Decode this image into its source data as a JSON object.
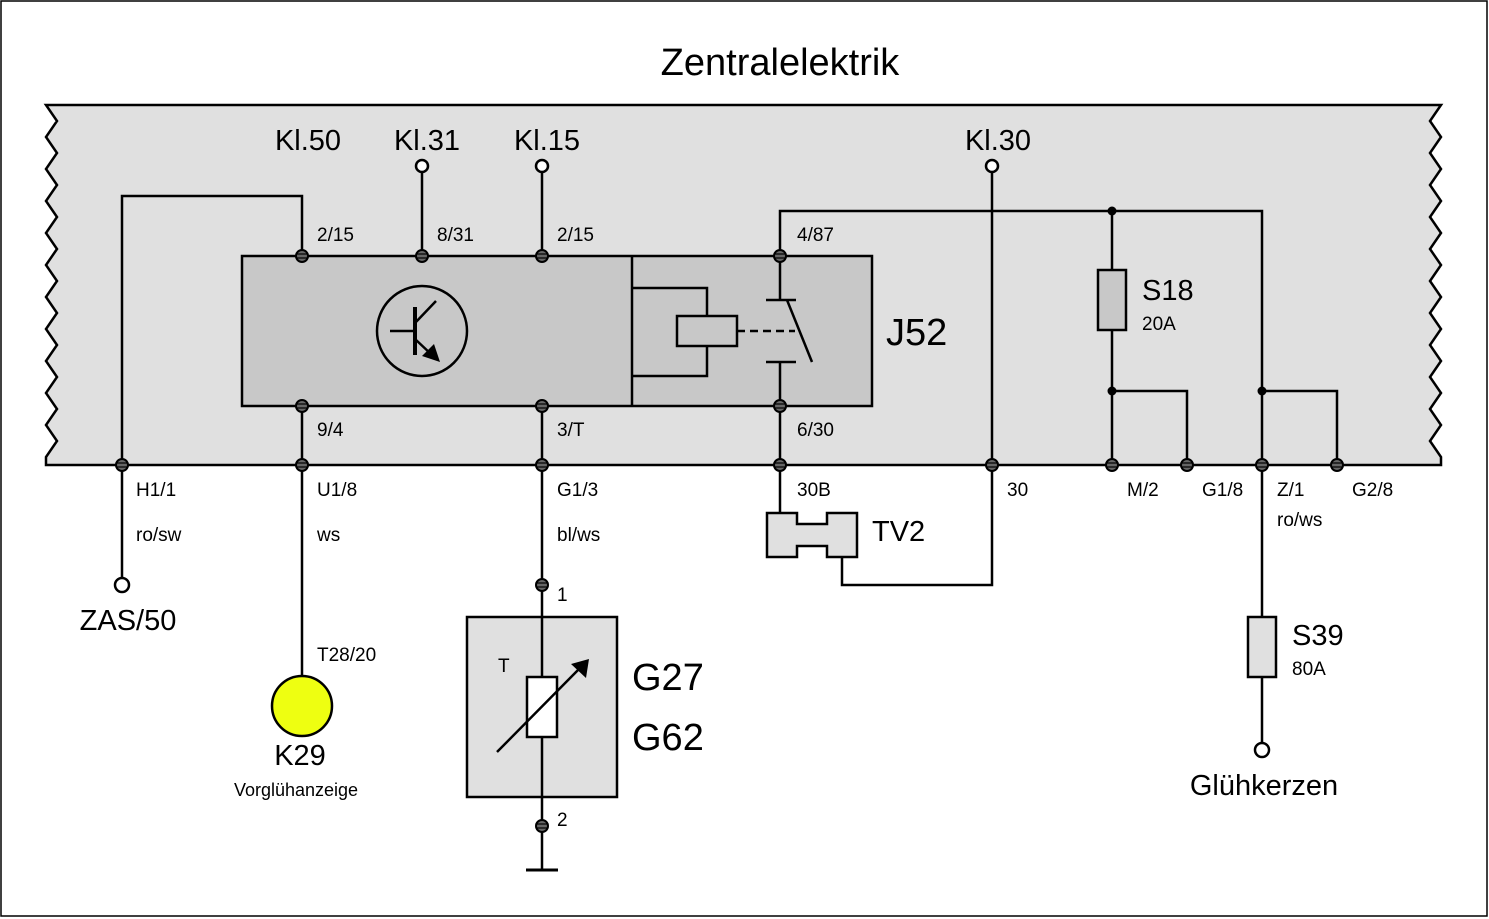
{
  "title": "Zentralelektrik",
  "terminals_top": {
    "kl50": "Kl.50",
    "kl31": "Kl.31",
    "kl15": "Kl.15",
    "kl30": "Kl.30"
  },
  "pins": {
    "p215a": "2/15",
    "p831": "8/31",
    "p215b": "2/15",
    "p487": "4/87",
    "p94": "9/4",
    "p3t": "3/T",
    "p630": "6/30"
  },
  "relay": {
    "name": "J52"
  },
  "fuses": {
    "s18": {
      "name": "S18",
      "rating": "20A"
    },
    "s39": {
      "name": "S39",
      "rating": "80A"
    }
  },
  "connectors": {
    "h11": "H1/1",
    "u18": "U1/8",
    "g13": "G1/3",
    "c30b": "30B",
    "c30": "30",
    "m2": "M/2",
    "g18": "G1/8",
    "z1": "Z/1",
    "g28": "G2/8"
  },
  "wire_colors": {
    "h11": "ro/sw",
    "u18": "ws",
    "g13": "bl/ws",
    "z1": "ro/ws"
  },
  "components": {
    "zas": "ZAS/50",
    "t2820": "T28/20",
    "k29": "K29",
    "k29_desc": "Vorglühanzeige",
    "tv2": "TV2",
    "sensor_pin1": "1",
    "sensor_pin2": "2",
    "sensor_t": "T",
    "g27": "G27",
    "g62": "G62",
    "gluehkerzen": "Glühkerzen"
  },
  "colors": {
    "panel": "#e0e0e0",
    "component": "#c8c8c8",
    "lamp": "#eeff11",
    "wire": "#000000"
  }
}
